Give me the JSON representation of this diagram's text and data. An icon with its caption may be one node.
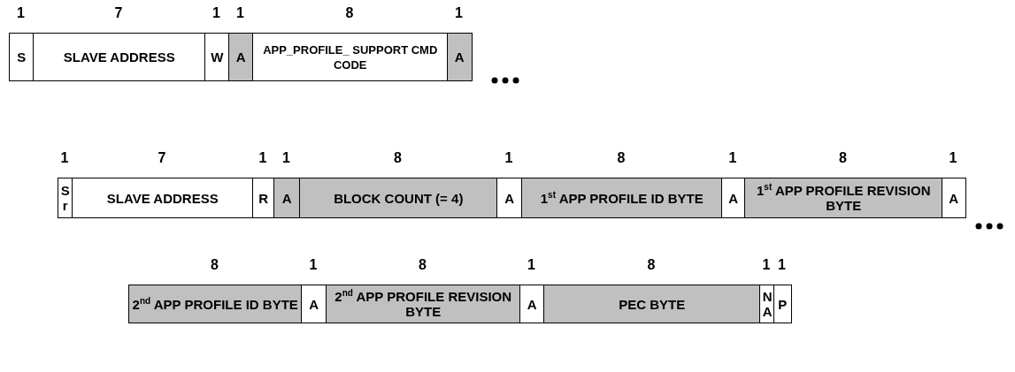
{
  "diagram": {
    "nodes": [
      {
        "text": [
          "S"
        ],
        "beside": [
          "1"
        ]
      },
      {
        "text": [
          "SLAVE ADDRESS"
        ],
        "beside": [
          "7"
        ]
      },
      {
        "text": [
          "W"
        ],
        "beside": [
          "1"
        ]
      },
      {
        "text": [
          "A"
        ],
        "beside": [
          "1"
        ]
      },
      {
        "text": [
          "APP_PROFILE_ SUPPORT CMD CODE"
        ],
        "beside": [
          "8"
        ]
      },
      {
        "text": [
          "A"
        ],
        "beside": [
          "1"
        ]
      },
      {
        "text": [
          "Sr"
        ],
        "beside": [
          "1"
        ]
      },
      {
        "text": [
          "SLAVE ADDRESS"
        ],
        "beside": [
          "7"
        ]
      },
      {
        "text": [
          "R"
        ],
        "beside": [
          "1"
        ]
      },
      {
        "text": [
          "A"
        ],
        "beside": [
          "1"
        ]
      },
      {
        "text": [
          "BLOCK COUNT (= 4)"
        ],
        "beside": [
          "8"
        ]
      },
      {
        "text": [
          "A"
        ],
        "beside": [
          "1"
        ]
      },
      {
        "text": [
          "1$^{st}$ APP PROFILE ID BYTE"
        ],
        "beside": [
          "8"
        ]
      },
      {
        "text": [
          "A"
        ],
        "beside": [
          "1"
        ]
      },
      {
        "text": [
          "1$^{st}$ APP PROFILE REVISION BYTE"
        ],
        "beside": [
          "8"
        ]
      },
      {
        "text": [
          "A"
        ],
        "beside": [
          "1"
        ]
      },
      {
        "text": [
          "2$^{nd}$ APP PROFILE ID BYTE"
        ],
        "beside": [
          "8"
        ]
      },
      {
        "text": [
          "A"
        ],
        "beside": [
          "1"
        ]
      },
      {
        "text": [
          "2$^{nd}$ APP PROFILE REVISION BYTE"
        ],
        "beside": [
          "8"
        ]
      },
      {
        "text": [
          "A"
        ],
        "beside": [
          "1"
        ]
      },
      {
        "text": [
          "PEC BYTE"
        ],
        "beside": [
          "8"
        ]
      },
      {
        "text": [
          "NA"
        ],
        "beside": [
          "1"
        ]
      },
      {
        "text": [
          "P"
        ],
        "beside": [
          "1"
        ]
      }
    ]
  }
}
